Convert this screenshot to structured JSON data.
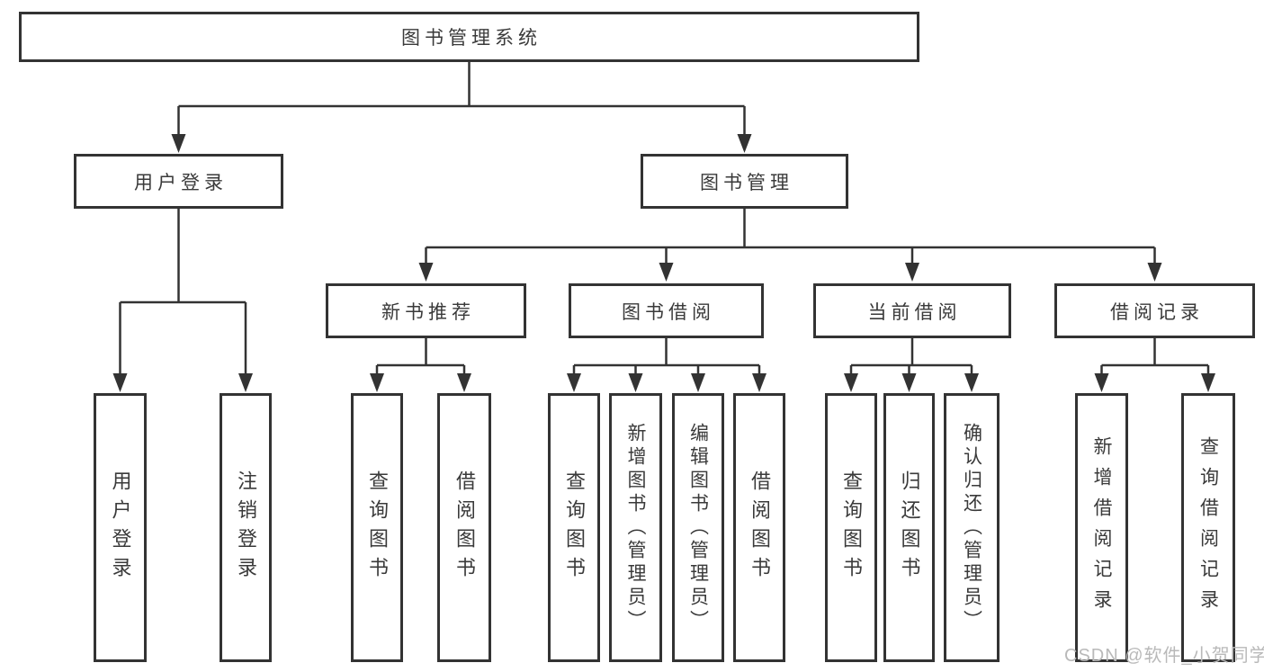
{
  "tree": {
    "root": {
      "label": "图书管理系统",
      "children": [
        {
          "label": "用户登录",
          "children": [
            {
              "label": "用户登录"
            },
            {
              "label": "注销登录"
            }
          ]
        },
        {
          "label": "图书管理",
          "children": [
            {
              "label": "新书推荐",
              "children": [
                {
                  "label": "查询图书"
                },
                {
                  "label": "借阅图书"
                }
              ]
            },
            {
              "label": "图书借阅",
              "children": [
                {
                  "label": "查询图书"
                },
                {
                  "label": "新增图书（管理员）"
                },
                {
                  "label": "编辑图书（管理员）"
                },
                {
                  "label": "借阅图书"
                }
              ]
            },
            {
              "label": "当前借阅",
              "children": [
                {
                  "label": "查询图书"
                },
                {
                  "label": "归还图书"
                },
                {
                  "label": "确认归还（管理员）"
                }
              ]
            },
            {
              "label": "借阅记录",
              "children": [
                {
                  "label": "新增借阅记录"
                },
                {
                  "label": "查询借阅记录"
                }
              ]
            }
          ]
        }
      ]
    }
  },
  "watermark": "CSDN @软件_小贺同学",
  "colors": {
    "line": "#333333",
    "box_border": "#333333",
    "box_fill": "#ffffff",
    "text": "#3a3a3a",
    "watermark": "#b9b9b9"
  }
}
